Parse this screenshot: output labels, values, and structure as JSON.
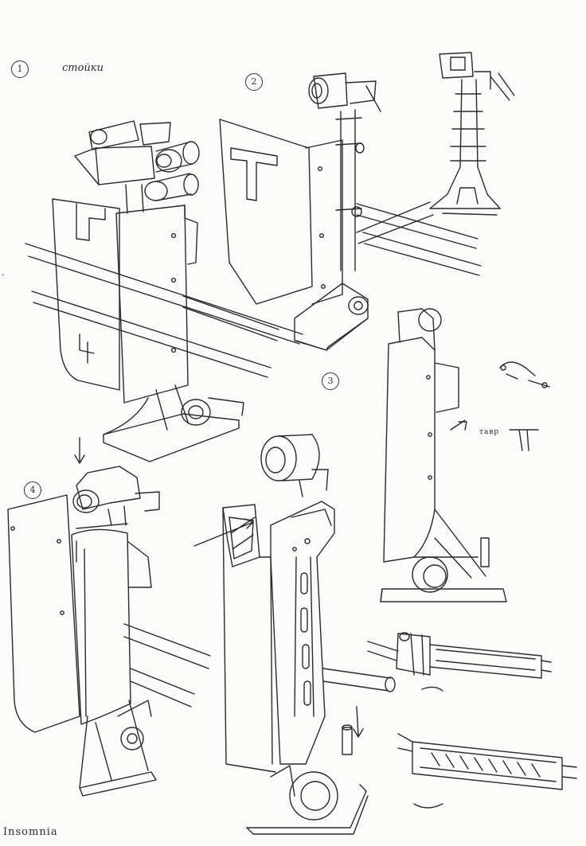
{
  "sheet": {
    "header_label": "стойки",
    "signature": "Insomnia",
    "section_numbers": [
      "1",
      "2",
      "3",
      "4"
    ],
    "callout_label": "тавр",
    "side_mark": "-"
  },
  "colors": {
    "paper": "#fbfbfa",
    "ink": "#2a2a2a"
  }
}
